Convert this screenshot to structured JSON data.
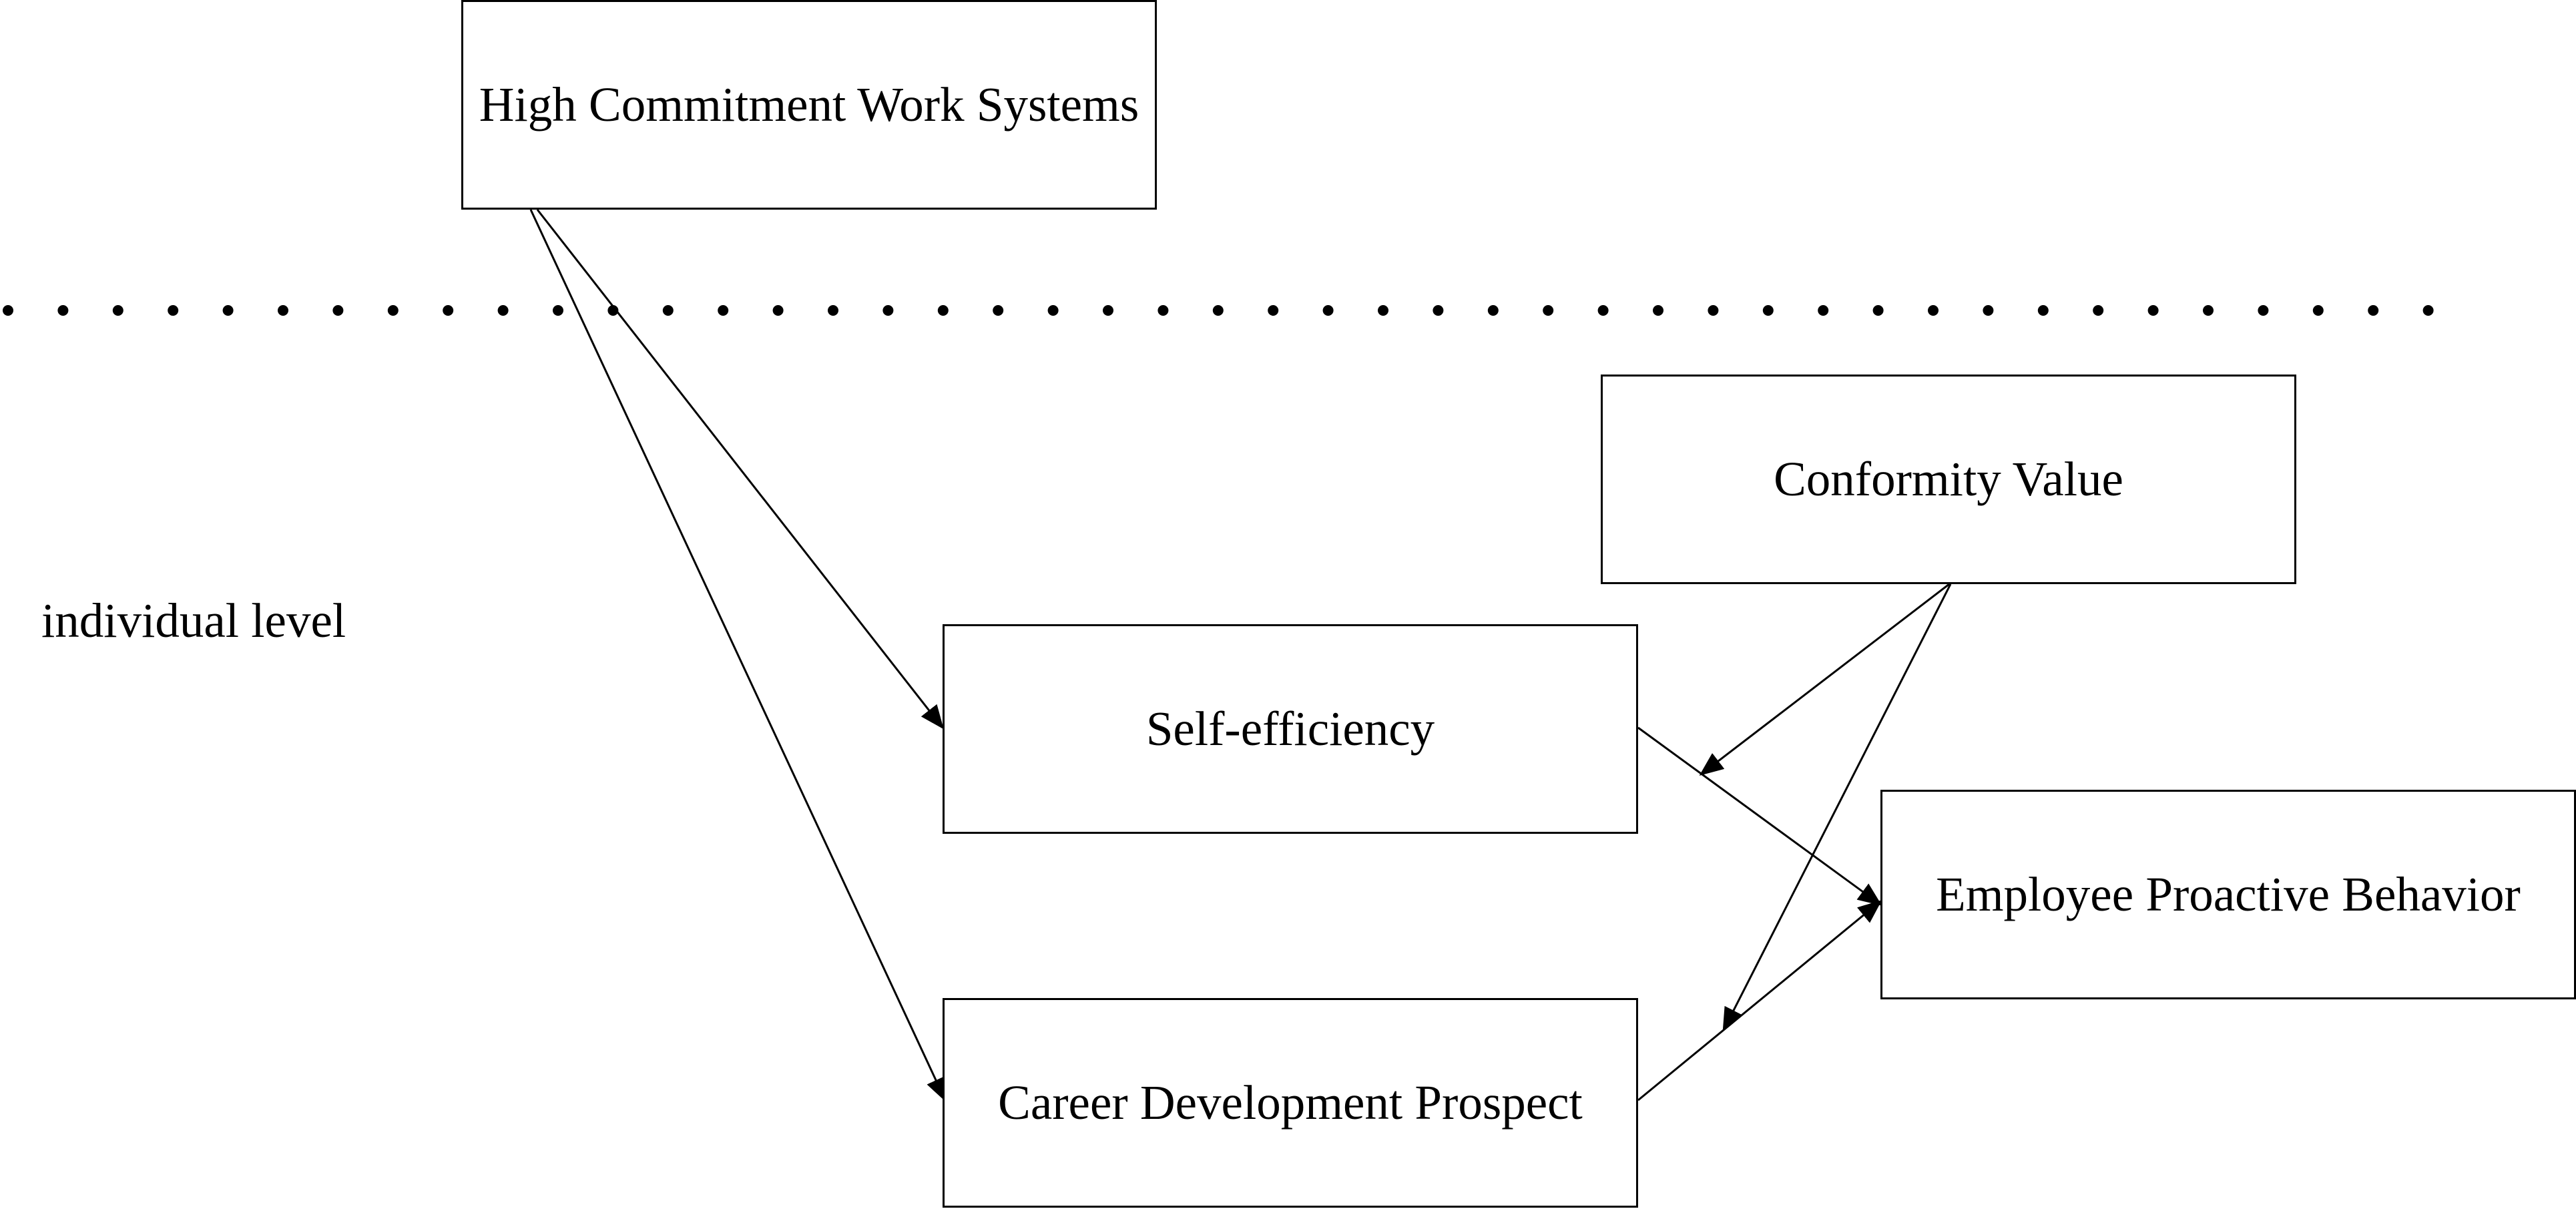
{
  "diagram": {
    "nodes": {
      "hcws": {
        "label": "High Commitment Work Systems"
      },
      "conformity": {
        "label": "Conformity Value"
      },
      "self_efficiency": {
        "label": "Self-efficiency"
      },
      "career": {
        "label": "Career Development Prospect"
      },
      "epb": {
        "label": "Employee Proactive Behavior"
      }
    },
    "level_label": "individual level",
    "edges": [
      {
        "from": "High Commitment Work Systems",
        "to": "Self-efficiency",
        "type": "arrow"
      },
      {
        "from": "High Commitment Work Systems",
        "to": "Career Development Prospect",
        "type": "arrow"
      },
      {
        "from": "Self-efficiency",
        "to": "Employee Proactive Behavior",
        "type": "arrow"
      },
      {
        "from": "Career Development Prospect",
        "to": "Employee Proactive Behavior",
        "type": "arrow"
      },
      {
        "from": "Conformity Value",
        "to": "Self-efficiency → Employee Proactive Behavior",
        "type": "moderation-arrow"
      },
      {
        "from": "Conformity Value",
        "to": "Career Development Prospect → Employee Proactive Behavior",
        "type": "moderation-arrow"
      }
    ],
    "colors": {
      "stroke": "#000000",
      "background": "#ffffff"
    }
  }
}
